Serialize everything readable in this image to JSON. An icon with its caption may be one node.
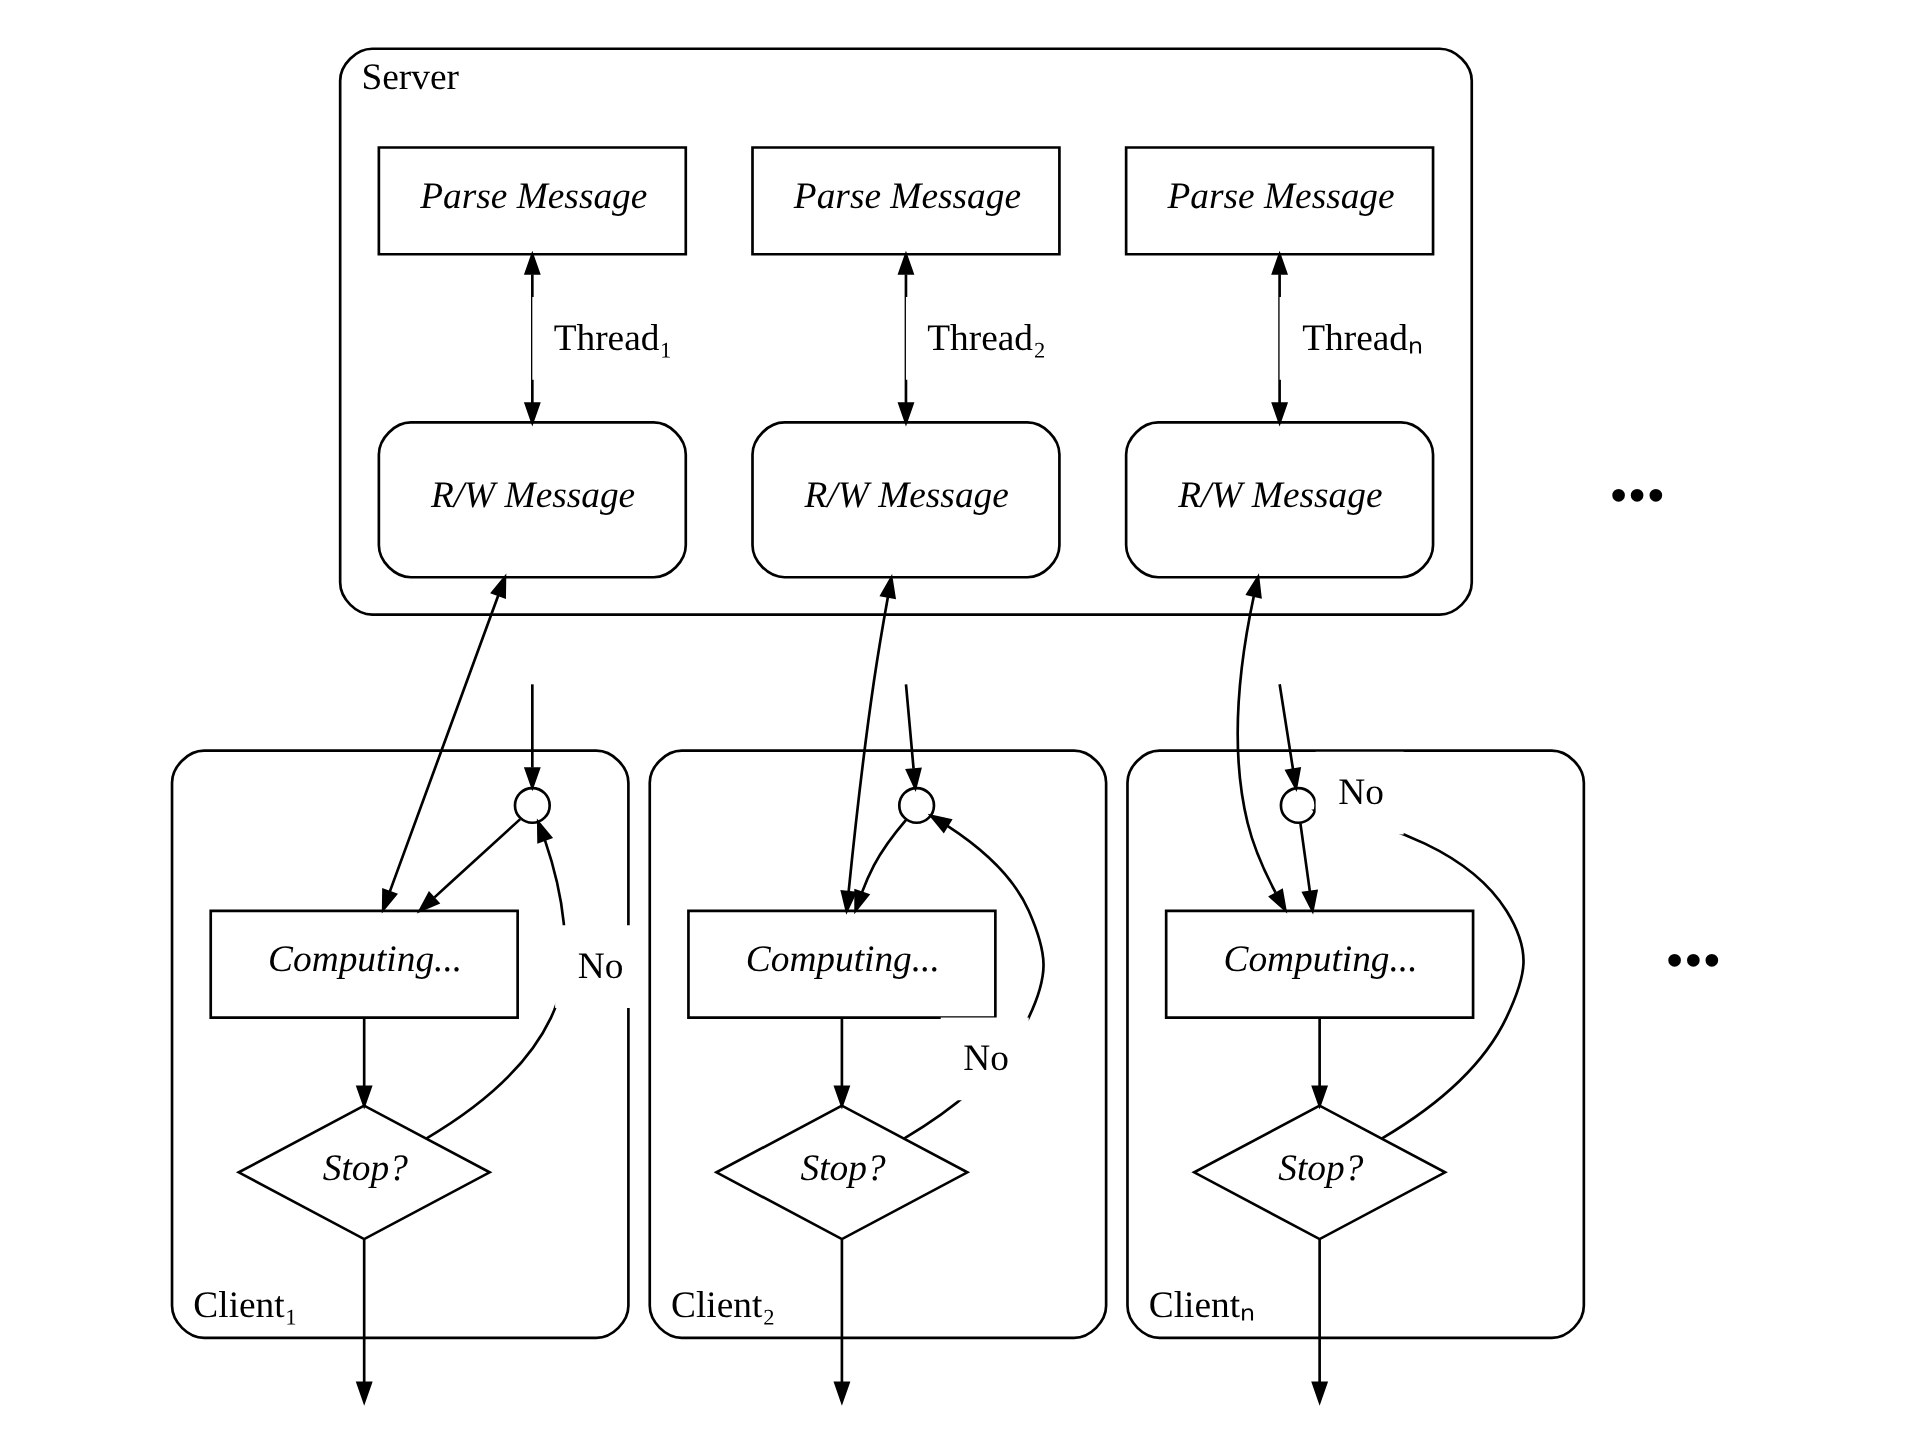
{
  "diagram": {
    "nodes": [
      {
        "text": [
          "Server"
        ]
      },
      {
        "text": [
          "Parse Message"
        ],
        "in": 0
      },
      {
        "text": [
          "Parse Message"
        ],
        "in": 0
      },
      {
        "text": [
          "Parse Message"
        ],
        "in": 0
      },
      {
        "text": [
          "R/W Message"
        ],
        "in": 0
      },
      {
        "text": [
          "R/W Message"
        ],
        "in": 0
      },
      {
        "text": [
          "R/W Message"
        ],
        "in": 0
      },
      {
        "text": [
          "Client₁"
        ]
      },
      {
        "text": [],
        "shape": "circle",
        "in": 7
      },
      {
        "text": [
          "Computing..."
        ],
        "in": 7
      },
      {
        "text": [
          "Stop?"
        ],
        "in": 7
      },
      {
        "text": [
          "Client₂"
        ]
      },
      {
        "text": [],
        "shape": "circle",
        "in": 11
      },
      {
        "text": [
          "Computing..."
        ],
        "in": 11
      },
      {
        "text": [
          "Stop?"
        ],
        "in": 11
      },
      {
        "text": [
          "Clientₙ"
        ]
      },
      {
        "text": [],
        "shape": "circle",
        "in": 15
      },
      {
        "text": [
          "Computing..."
        ],
        "in": 15
      },
      {
        "text": [
          "Stop?"
        ],
        "in": 15
      }
    ],
    "edges": [
      {
        "from": 1,
        "to": 4,
        "arrow": "both",
        "label": "Thread₁"
      },
      {
        "from": 2,
        "to": 5,
        "arrow": "both",
        "label": "Thread₂"
      },
      {
        "from": 3,
        "to": 6,
        "arrow": "both",
        "label": "Threadₙ"
      },
      {
        "from": 4,
        "to": 9,
        "arrow": "both"
      },
      {
        "from": 5,
        "to": 13,
        "arrow": "both"
      },
      {
        "from": 6,
        "to": 17,
        "arrow": "both"
      },
      {
        "from": null,
        "to": 8,
        "arrow": "to"
      },
      {
        "from": 8,
        "to": 9,
        "arrow": "to"
      },
      {
        "from": 9,
        "to": 10,
        "arrow": "to"
      },
      {
        "from": 10,
        "to": 8,
        "arrow": "to",
        "label": "No"
      },
      {
        "from": 10,
        "to": null,
        "arrow": "to"
      },
      {
        "from": null,
        "to": 12,
        "arrow": "to"
      },
      {
        "from": 12,
        "to": 13,
        "arrow": "to"
      },
      {
        "from": 13,
        "to": 14,
        "arrow": "to"
      },
      {
        "from": 14,
        "to": 12,
        "arrow": "to",
        "label": "No"
      },
      {
        "from": 14,
        "to": null,
        "arrow": "to"
      },
      {
        "from": null,
        "to": 16,
        "arrow": "to"
      },
      {
        "from": 16,
        "to": 17,
        "arrow": "to"
      },
      {
        "from": 17,
        "to": 18,
        "arrow": "to"
      },
      {
        "from": 18,
        "to": 16,
        "arrow": "to",
        "label": "No"
      },
      {
        "from": 18,
        "to": null,
        "arrow": "to"
      }
    ],
    "labels": [
      "•••",
      "•••"
    ]
  }
}
